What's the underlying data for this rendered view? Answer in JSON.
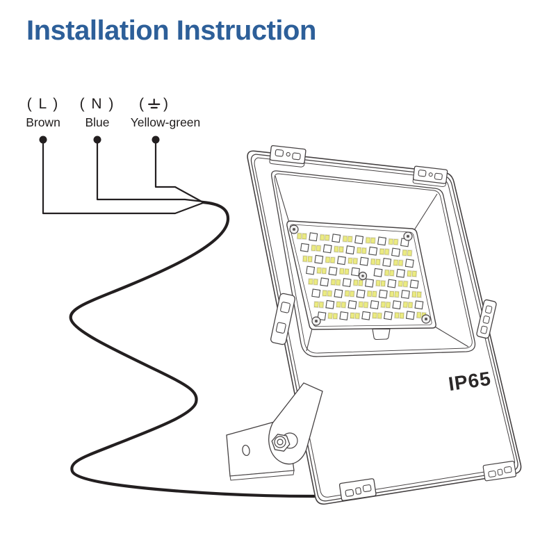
{
  "title": "Installation Instruction",
  "wires": [
    {
      "terminal": "( L )",
      "color": "Brown"
    },
    {
      "terminal": "( N )",
      "color": "Blue"
    },
    {
      "terminal_open": "(",
      "terminal_close": ")",
      "symbol": "earth-ground",
      "color": "Yellow-green"
    }
  ],
  "device": {
    "ip_rating": "IP65",
    "led_grid": {
      "cols": 10,
      "rows": 8
    }
  },
  "colors": {
    "title": "#2d5f99",
    "line": "#454142",
    "wire": "#231f20",
    "led_fill": "#ebeb82",
    "led_stroke": "#b9b461"
  }
}
